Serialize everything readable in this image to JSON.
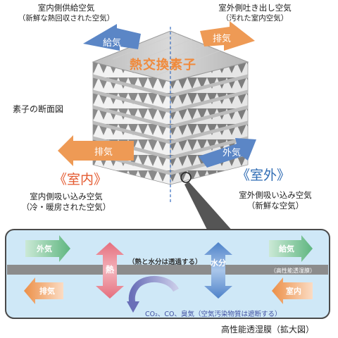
{
  "top_left": {
    "line1": "室内側供給空気",
    "line2": "（新鮮な熱回収された空気）"
  },
  "top_right": {
    "line1": "室外側吐き出し空気",
    "line2": "（汚れた室内空気）"
  },
  "arrows": {
    "supply": "給気",
    "exhaust_top": "排気",
    "exhaust_mid": "排気",
    "outside_air": "外気"
  },
  "core_title": "熱交換素子",
  "cross_section_label": "素子の断面図",
  "indoor_label": "《室内》",
  "outdoor_label": "《室外》",
  "indoor_desc": {
    "line1": "室内側吸い込み空気",
    "line2": "（冷・暖房された空気）"
  },
  "outdoor_desc": {
    "line1": "室外側吸い込み空気",
    "line2": "（新鮮な空気）"
  },
  "detail": {
    "outside_air": "外気",
    "supply_air": "給気",
    "exhaust_air": "排気",
    "indoor": "室内",
    "heat": "熱",
    "moisture": "水分",
    "transmit_note": "（熱と水分は透過する）",
    "membrane_label": "（高性能透湿膜）",
    "block_note": "CO₂、CO、臭気（空気汚染物質は遮断する）"
  },
  "caption": "高性能透湿膜（拡大図）",
  "colors": {
    "blue_arrow": "#5b86c6",
    "orange_arrow": "#ee9a55",
    "green_arrow": "#7fc79c",
    "heat_pink": "#e77f8c",
    "water_blue": "#5f8fd0",
    "panel_bg": "#cfe8f7",
    "membrane": "#8c8c8c",
    "core_title": "#f08a3c",
    "indoor_red": "#e4592f",
    "outdoor_blue": "#2f6cb4"
  }
}
